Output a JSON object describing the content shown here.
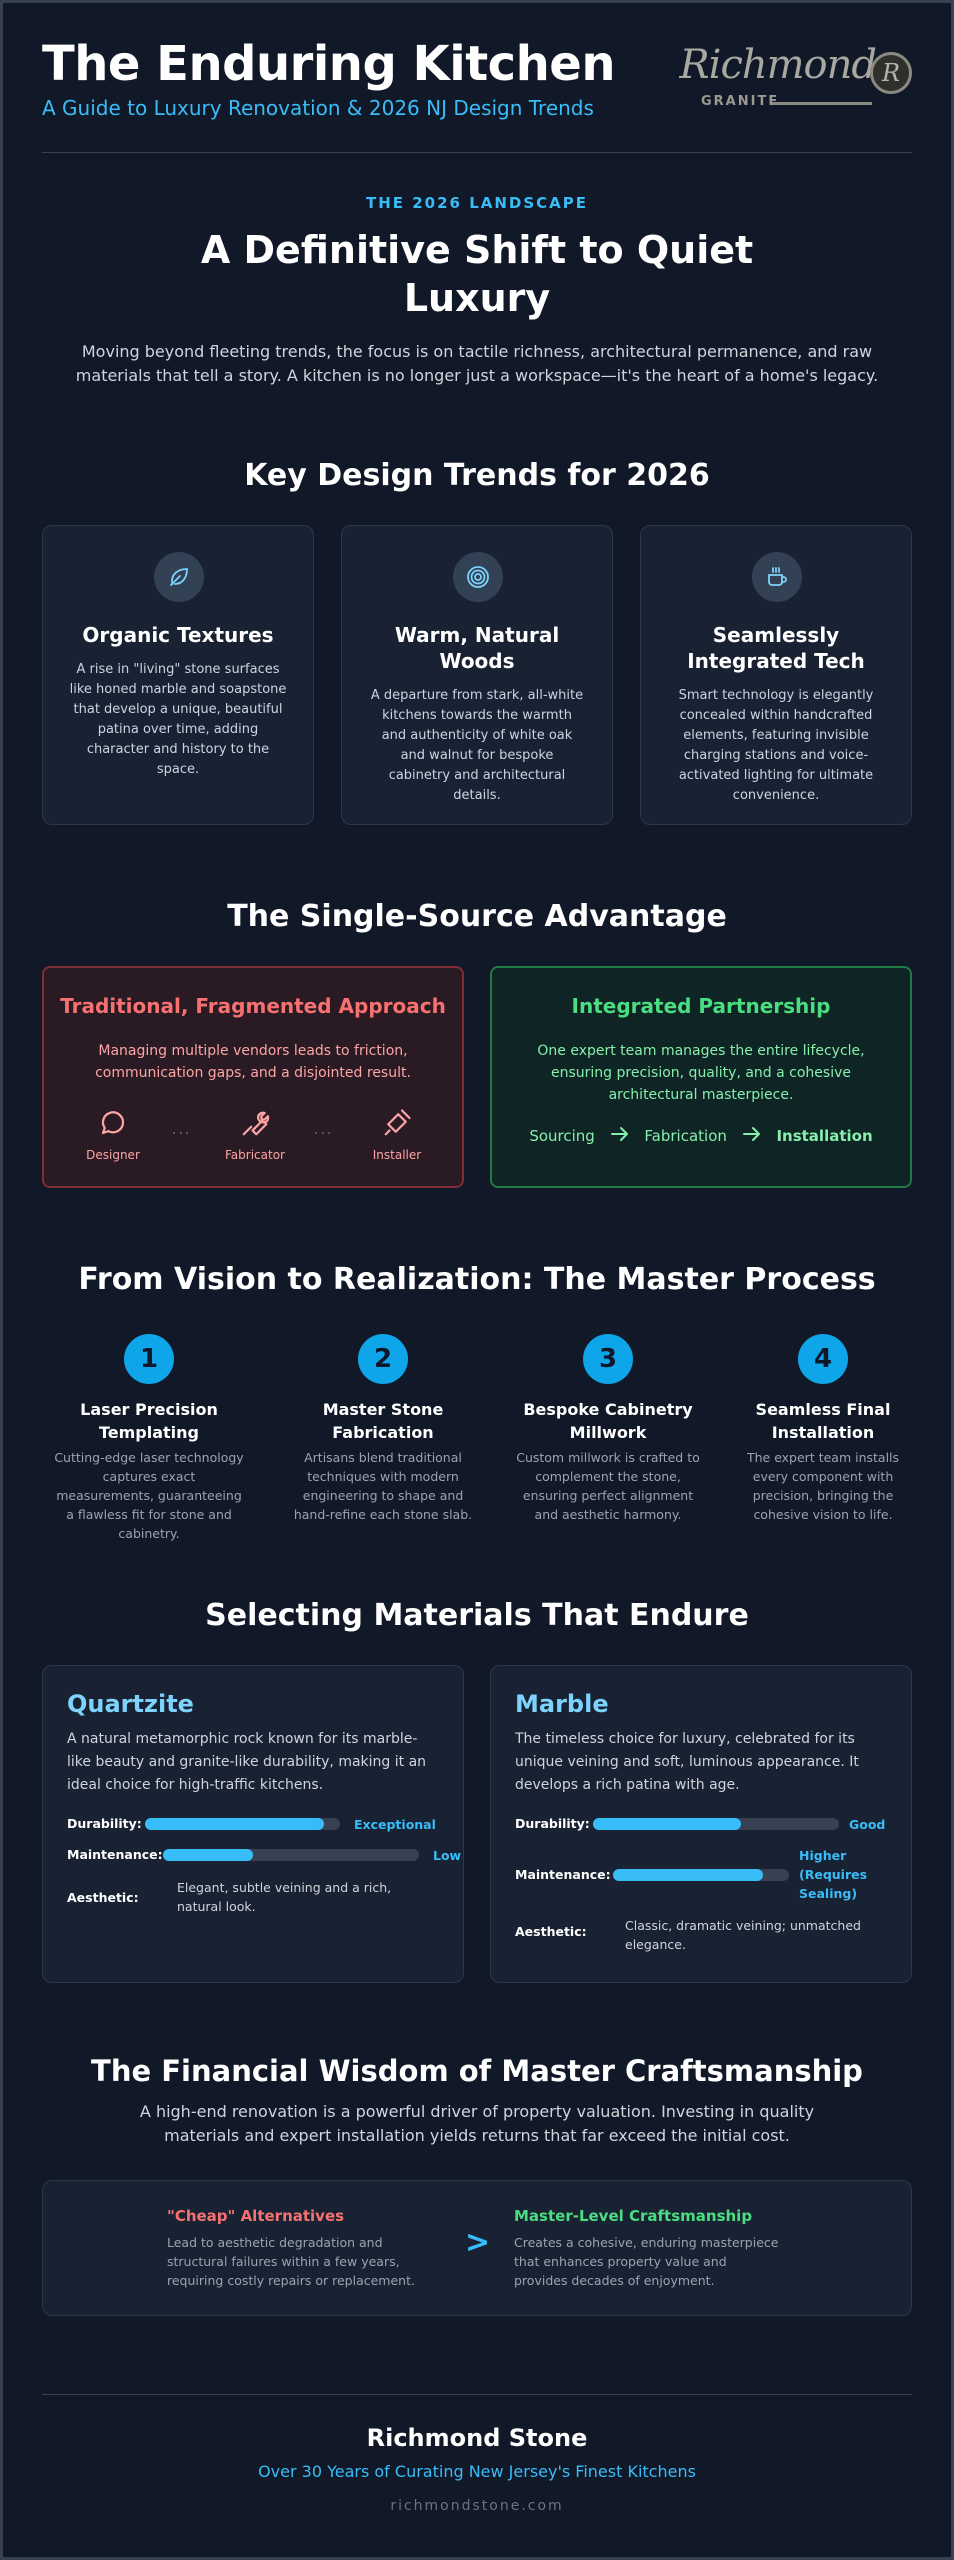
{
  "header": {
    "title": "The Enduring Kitchen",
    "subtitle": "A Guide to Luxury Renovation & 2026 NJ Design Trends",
    "logo_text": "Richmond",
    "logo_monogram": "R",
    "logo_granite": "GRANITE"
  },
  "landscape": {
    "eyebrow": "THE 2026 LANDSCAPE",
    "title": "A Definitive Shift to Quiet Luxury",
    "body": "Moving beyond fleeting trends, the focus is on tactile richness, architectural permanence, and raw materials that tell a story. A kitchen is no longer just a workspace—it's the heart of a home's legacy."
  },
  "trends": {
    "title": "Key Design Trends for 2026",
    "items": [
      {
        "icon": "leaf-icon",
        "title": "Organic Textures",
        "body": "A rise in \"living\" stone surfaces like honed marble and soapstone that develop a unique, beautiful patina over time, adding character and history to the space."
      },
      {
        "icon": "wood-grain-icon",
        "title": "Warm, Natural Woods",
        "body": "A departure from stark, all-white kitchens towards the warmth and authenticity of white oak and walnut for bespoke cabinetry and architectural details."
      },
      {
        "icon": "cup-icon",
        "title": "Seamlessly Integrated Tech",
        "body": "Smart technology is elegantly concealed within handcrafted elements, featuring invisible charging stations and voice-activated lighting for ultimate convenience."
      }
    ]
  },
  "single_source": {
    "title": "The Single-Source Advantage",
    "traditional": {
      "title": "Traditional, Fragmented Approach",
      "body": "Managing multiple vendors leads to friction, communication gaps, and a disjointed result.",
      "roles": [
        {
          "icon": "chat-bubble-icon",
          "label": "Designer"
        },
        {
          "icon": "wrench-icon",
          "label": "Fabricator"
        },
        {
          "icon": "hammer-icon",
          "label": "Installer"
        }
      ],
      "separator": "···"
    },
    "integrated": {
      "title": "Integrated Partnership",
      "body": "One expert team manages the entire lifecycle, ensuring precision, quality, and a cohesive architectural masterpiece.",
      "flow": [
        "Sourcing",
        "Fabrication",
        "Installation"
      ]
    },
    "colors": {
      "red": "#fca5a5",
      "red_title": "#f87171",
      "green": "#86efac",
      "green_title": "#4ade80"
    }
  },
  "process": {
    "title": "From Vision to Realization: The Master Process",
    "steps": [
      {
        "num": "1",
        "title": "Laser Precision Templating",
        "body": "Cutting-edge laser technology captures exact measurements, guaranteeing a flawless fit for stone and cabinetry."
      },
      {
        "num": "2",
        "title": "Master Stone Fabrication",
        "body": "Artisans blend traditional techniques with modern engineering to shape and hand-refine each stone slab."
      },
      {
        "num": "3",
        "title": "Bespoke Cabinetry Millwork",
        "body": "Custom millwork is crafted to complement the stone, ensuring perfect alignment and aesthetic harmony."
      },
      {
        "num": "4",
        "title": "Seamless Final Installation",
        "body": "The expert team installs every component with precision, bringing the cohesive vision to life."
      }
    ]
  },
  "materials": {
    "title": "Selecting Materials That Endure",
    "cards": [
      {
        "name": "Quartzite",
        "body": "A natural metamorphic rock known for its marble-like beauty and granite-like durability, making it an ideal choice for high-traffic kitchens.",
        "durability_label": "Durability:",
        "durability_value": "Exceptional",
        "durability_level": 0.92,
        "maintenance_label": "Maintenance:",
        "maintenance_value": "Low",
        "maintenance_level": 0.35,
        "aesthetic_label": "Aesthetic:",
        "aesthetic_value": "Elegant, subtle veining and a rich, natural look."
      },
      {
        "name": "Marble",
        "body": "The timeless choice for luxury, celebrated for its unique veining and soft, luminous appearance. It develops a rich patina with age.",
        "durability_label": "Durability:",
        "durability_value": "Good",
        "durability_level": 0.6,
        "maintenance_label": "Maintenance:",
        "maintenance_value": "Higher (Requires Sealing)",
        "maintenance_level": 0.85,
        "aesthetic_label": "Aesthetic:",
        "aesthetic_value": "Classic, dramatic veining; unmatched elegance."
      }
    ]
  },
  "financial": {
    "title": "The Financial Wisdom of Master Craftsmanship",
    "body": "A high-end renovation is a powerful driver of property valuation. Investing in quality materials and expert installation yields returns that far exceed the initial cost.",
    "cheap_title": "\"Cheap\" Alternatives",
    "cheap_body": "Lead to aesthetic degradation and structural failures within a few years, requiring costly repairs or replacement.",
    "arrow": ">",
    "master_title": "Master-Level Craftsmanship",
    "master_body": "Creates a cohesive, enduring masterpiece that enhances property value and provides decades of enjoyment."
  },
  "footer": {
    "name": "Richmond Stone",
    "tagline": "Over 30 Years of Curating New Jersey's Finest Kitchens",
    "url": "richmondstone.com"
  }
}
